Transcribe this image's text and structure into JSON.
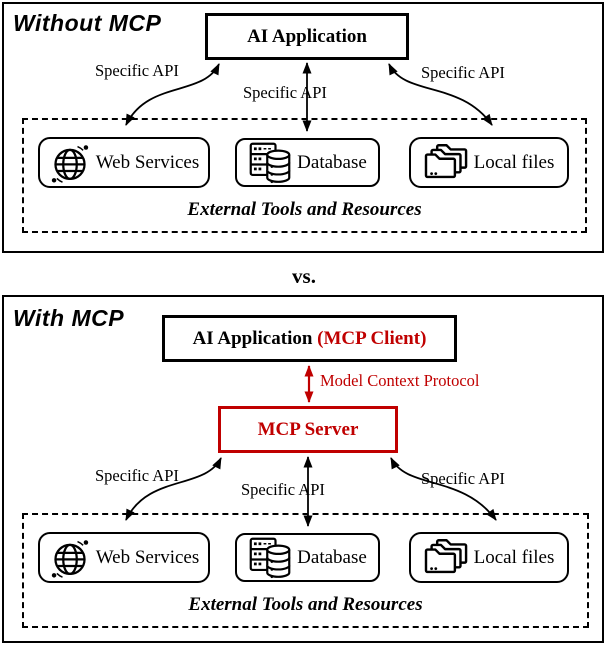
{
  "without": {
    "title": "Without MCP",
    "app_label": "AI Application",
    "api_left": "Specific API",
    "api_center": "Specific API",
    "api_right": "Specific API",
    "container_label": "External Tools and Resources",
    "tools": {
      "web": "Web Services",
      "db": "Database",
      "files": "Local files"
    }
  },
  "divider_label": "vs.",
  "with": {
    "title": "With MCP",
    "app_label": "AI Application",
    "app_label_suffix": "(MCP Client)",
    "protocol_label": "Model Context Protocol",
    "server_label": "MCP Server",
    "api_left": "Specific API",
    "api_center": "Specific API",
    "api_right": "Specific API",
    "container_label": "External Tools and Resources",
    "tools": {
      "web": "Web Services",
      "db": "Database",
      "files": "Local files"
    }
  },
  "icons": {
    "web": "globe-icon",
    "db": "database-icon",
    "files": "folders-icon"
  },
  "colors": {
    "accent_red": "#C00000",
    "line_black": "#000000"
  }
}
